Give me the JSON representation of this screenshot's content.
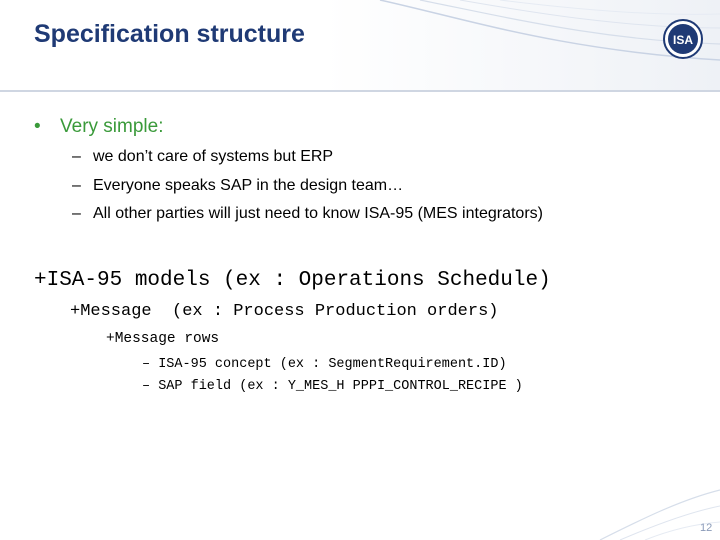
{
  "header": {
    "title": "Specification structure",
    "logo_text": "ISA",
    "title_color": "#1f3a75"
  },
  "content": {
    "bullet": {
      "marker": "•",
      "text": "Very simple:",
      "color": "#3a9a3a"
    },
    "sub_items": [
      {
        "marker": "–",
        "text": "we don’t care of systems but ERP"
      },
      {
        "marker": "–",
        "text": "Everyone speaks SAP in the design team…"
      },
      {
        "marker": "–",
        "text": "All other parties will just need to know ISA-95 (MES integrators)"
      }
    ],
    "mono_lines": [
      "+ISA-95 models (ex : Operations Schedule)",
      "+Message  (ex : Process Production orders)",
      "+Message rows",
      "– ISA-95 concept (ex : SegmentRequirement.ID)",
      "– SAP field (ex : Y_MES_H PPPI_CONTROL_RECIPE )"
    ]
  },
  "footer": {
    "page_number": "12"
  }
}
